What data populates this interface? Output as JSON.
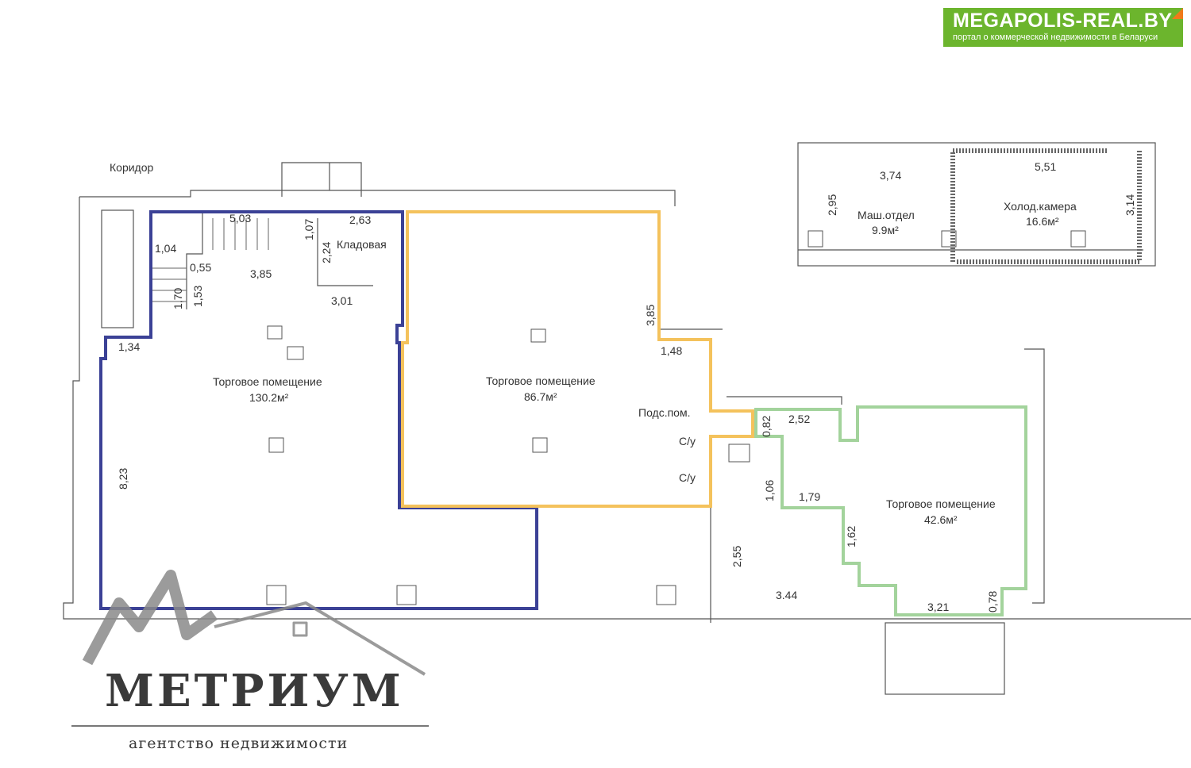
{
  "brand": {
    "site_title": "MEGAPOLIS-REAL.BY",
    "site_subtitle": "портал о коммерческой недвижимости в Беларуси",
    "agency_name": "МЕТРИУМ",
    "agency_subtitle": "агентство недвижимости"
  },
  "colors": {
    "zone_1": "#3b4196",
    "zone_2": "#f4c25c",
    "zone_3": "#a3d39c",
    "brand_green": "#6cb52d"
  },
  "rooms": {
    "corridor": "Коридор",
    "storage": "Кладовая",
    "shop1_name": "Торговое помещение",
    "shop1_area": "130.2м²",
    "shop2_name": "Торговое помещение",
    "shop2_area": "86.7м²",
    "shop3_name": "Торговое помещение",
    "shop3_area": "42.6м²",
    "utility": "Подс.пом.",
    "wc1": "С/у",
    "wc2": "С/у",
    "machine_room": "Маш.отдел",
    "machine_area": "9.9м²",
    "cold_room": "Холод.камера",
    "cold_area": "16.6м²"
  },
  "dimensions": {
    "d503": "5,03",
    "d263": "2,63",
    "d107": "1,07",
    "d224": "2,24",
    "d104": "1,04",
    "d055": "0,55",
    "d385a": "3,85",
    "d170": "1,70",
    "d153": "1,53",
    "d301": "3,01",
    "d134": "1,34",
    "d823": "8,23",
    "d385b": "3,85",
    "d148": "1,48",
    "d082": "0,82",
    "d252": "2,52",
    "d106": "1,06",
    "d179": "1,79",
    "d162": "1,62",
    "d255": "2,55",
    "d344": "3.44",
    "d321": "3,21",
    "d078": "0,78",
    "d374": "3,74",
    "d295": "2,95",
    "d551": "5,51",
    "d314": "3,14"
  }
}
